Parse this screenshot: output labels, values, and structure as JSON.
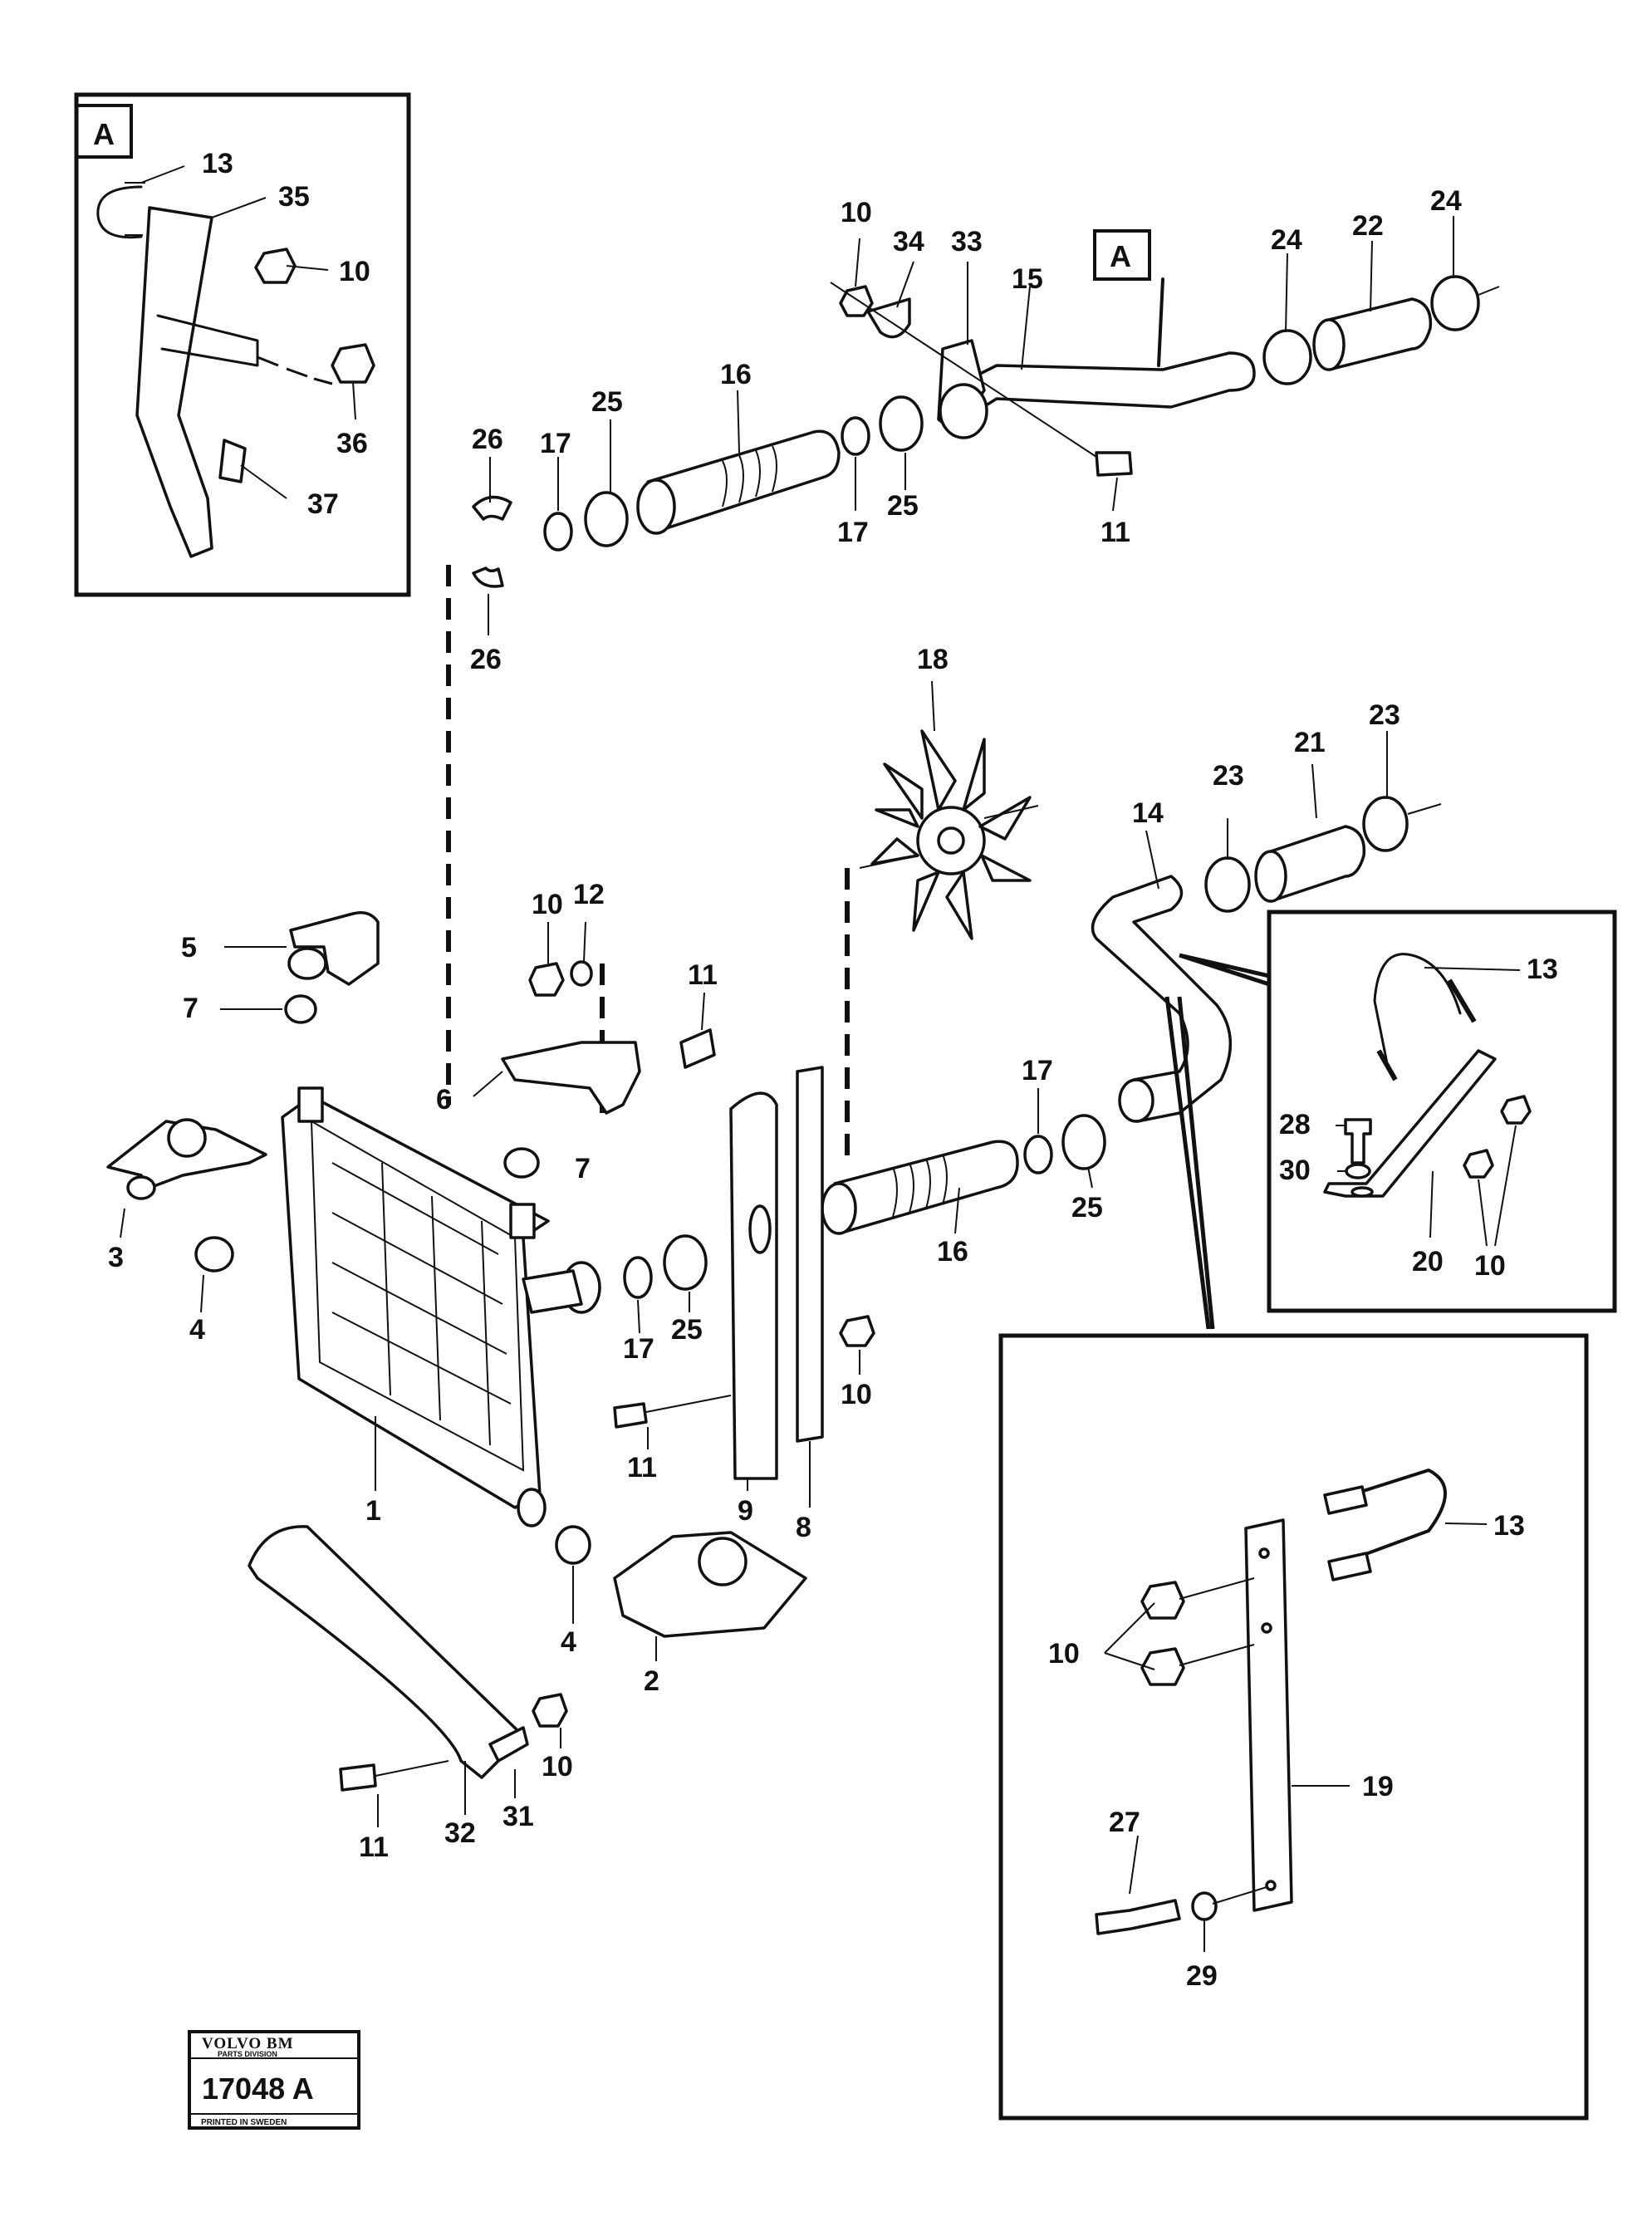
{
  "box_a_label": "A",
  "callout_a_label": "A",
  "stamp": {
    "brand": "VOLVO BM",
    "division": "PARTS DIVISION",
    "number": "17048 A",
    "printed": "PRINTED IN SWEDEN"
  },
  "part_numbers": {
    "boxA_13": "13",
    "boxA_35": "35",
    "boxA_10": "10",
    "boxA_36": "36",
    "boxA_37": "37",
    "top_10": "10",
    "top_34": "34",
    "top_33": "33",
    "top_15": "15",
    "top_24a": "24",
    "top_22": "22",
    "top_24b": "24",
    "top_11": "11",
    "top_26a": "26",
    "top_17a": "17",
    "top_25a": "25",
    "top_16": "16",
    "top_17b": "17",
    "top_25b": "25",
    "top_26b": "26",
    "p18": "18",
    "p14": "14",
    "p23a": "23",
    "p21": "21",
    "p23b": "23",
    "p5": "5",
    "p7a": "7",
    "p10a": "10",
    "p12": "12",
    "p11a": "11",
    "p6": "6",
    "p7b": "7",
    "p3": "3",
    "p4a": "4",
    "p1": "1",
    "p17c": "17",
    "p25c": "25",
    "p16b": "16",
    "p17d": "17",
    "p25d": "25",
    "p10b": "10",
    "p11b": "11",
    "p9": "9",
    "p8": "8",
    "p4b": "4",
    "p2": "2",
    "p10c": "10",
    "p31": "31",
    "p32": "32",
    "p11c": "11",
    "boxR_13": "13",
    "boxR_28": "28",
    "boxR_30": "30",
    "boxR_20": "20",
    "boxR_10": "10",
    "boxB_13": "13",
    "boxB_10": "10",
    "boxB_19": "19",
    "boxB_27": "27",
    "boxB_29": "29"
  }
}
